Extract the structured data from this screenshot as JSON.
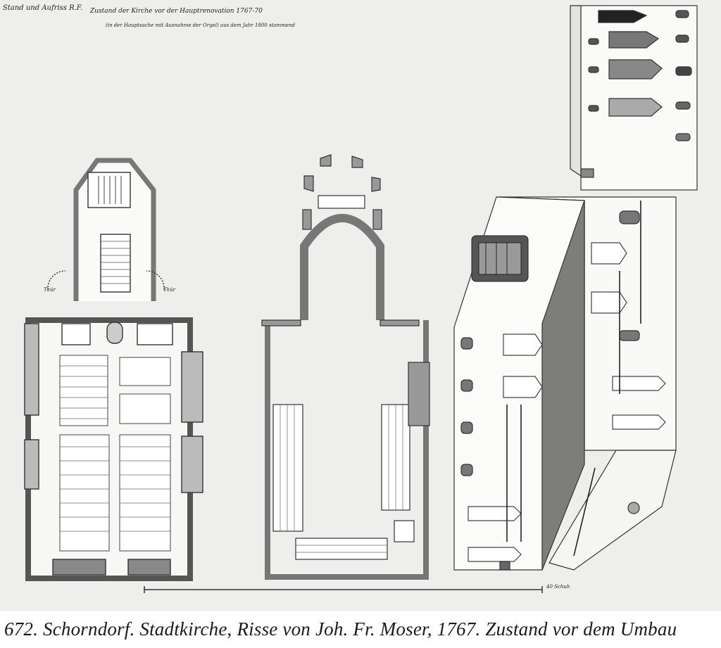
{
  "sheet": {
    "title_note_1": "Stand und Aufriss R.F.",
    "title_note_2": "Zustand der Kirche vor der Hauptrenovation 1767-70",
    "title_note_3": "(in der Hauptsache mit Ausnahme der Orgel) aus dem Jahr 1800 stammend",
    "scale_label": "40 Schuh"
  },
  "plan_labels": {
    "left_door_label": "Thür",
    "right_door_label": "Thür"
  },
  "caption": {
    "text": "672. Schorndorf. Stadtkirche, Risse von Joh. Fr. Moser, 1767. Zustand vor dem Umbau"
  }
}
